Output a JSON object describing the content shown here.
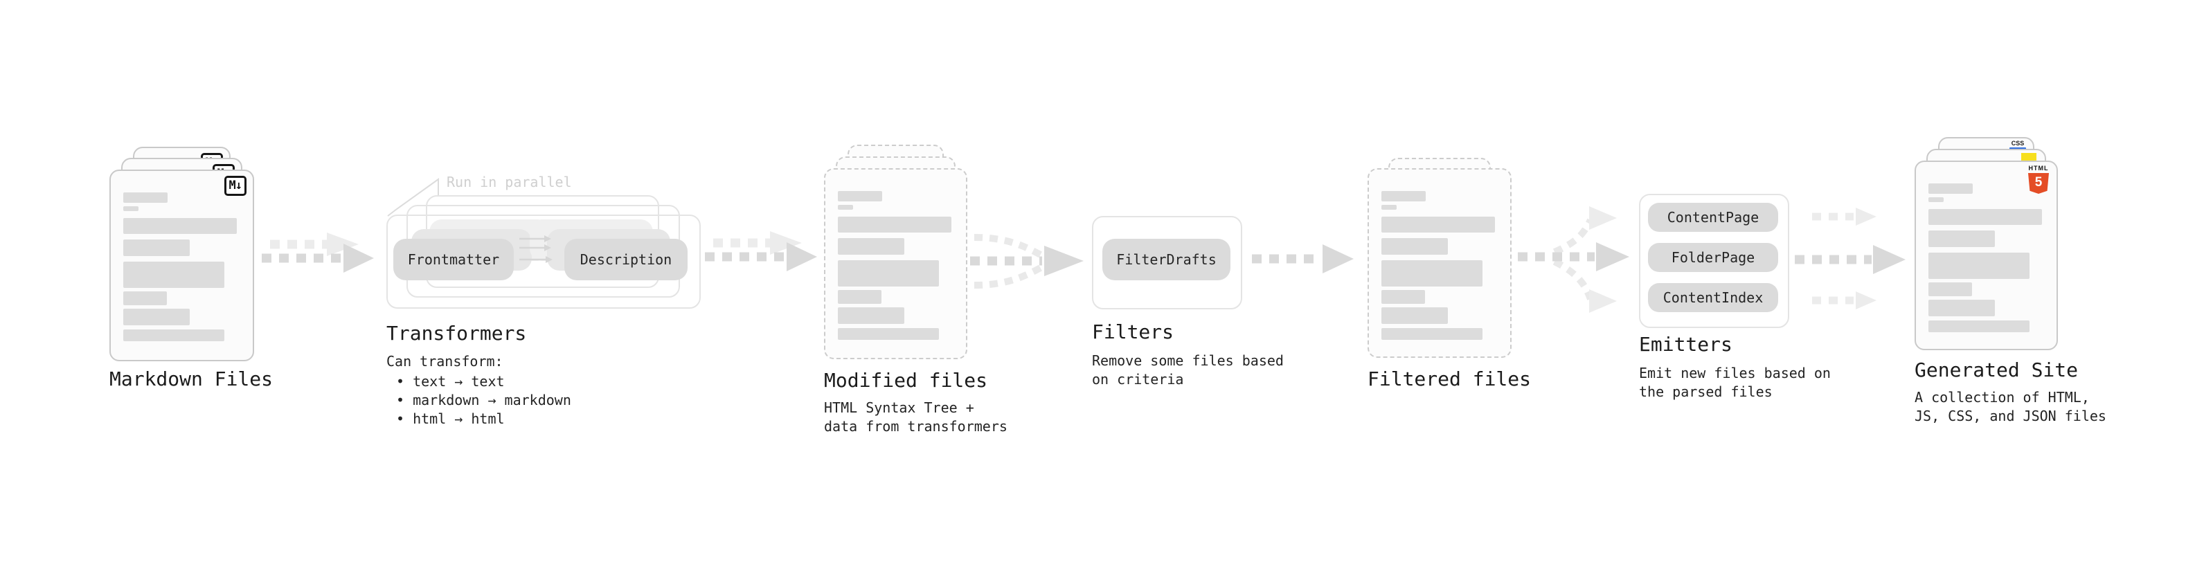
{
  "stages": {
    "markdown": {
      "label": "Markdown Files",
      "badge": "M↓"
    },
    "transformers": {
      "note": "Run in parallel",
      "pill_left": "Frontmatter",
      "pill_right": "Description",
      "title": "Transformers",
      "subtitle": "Can transform:",
      "bullets": [
        "• text → text",
        "• markdown → markdown",
        "• html → html"
      ]
    },
    "modified": {
      "title": "Modified files",
      "desc_line1": "HTML Syntax Tree +",
      "desc_line2": "data from transformers"
    },
    "filters": {
      "pill": "FilterDrafts",
      "title": "Filters",
      "desc_line1": "Remove some files based",
      "desc_line2": "on criteria"
    },
    "filtered": {
      "title": "Filtered files"
    },
    "emitters": {
      "pills": [
        "ContentPage",
        "FolderPage",
        "ContentIndex"
      ],
      "title": "Emitters",
      "desc_line1": "Emit new files based on",
      "desc_line2": "the parsed files"
    },
    "generated": {
      "title": "Generated Site",
      "desc_line1": "A collection of HTML,",
      "desc_line2": "JS, CSS, and JSON files",
      "badge_html_word": "HTML",
      "badge_html_number": "5",
      "badge_css": "CSS"
    }
  },
  "colors": {
    "card_border": "#c9c9c9",
    "dashed_border": "#cccccc",
    "skeleton_bar": "#dcdcdc",
    "pill_fill": "#dbdbdb",
    "frame_border": "#e4e4e4",
    "arrow_dark": "#d9d9d9",
    "arrow_light": "#ececec",
    "note_gray": "#cfcfcf",
    "html5_orange": "#e44d26",
    "js_yellow": "#f7df1e",
    "css_blue": "#2f6fe0",
    "text_dark": "#1b1b1b"
  }
}
